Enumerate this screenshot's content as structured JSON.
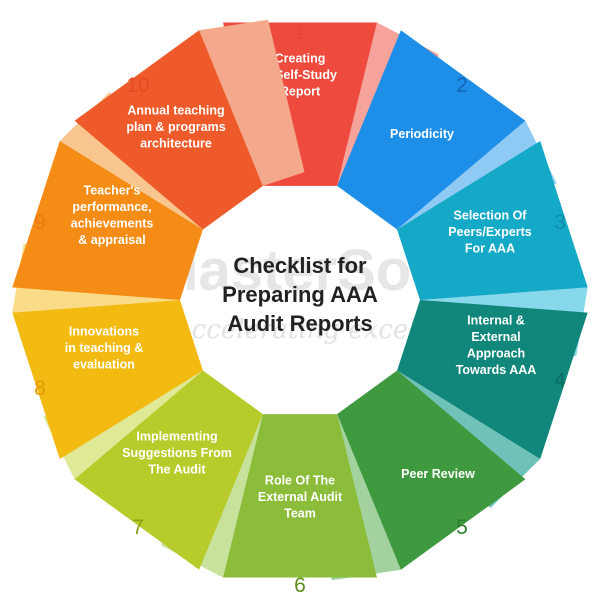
{
  "center": {
    "title_lines": [
      "Checklist for",
      "Preparing AAA",
      "Audit Reports"
    ]
  },
  "watermark": {
    "text": "MasterSoft",
    "sub": "Accelerating excellence"
  },
  "segments": [
    {
      "number": "1",
      "label_lines": [
        "Creating",
        "A Self-Study",
        "Report"
      ],
      "color": "#ee4a3e",
      "flap": "#f6a39c",
      "num_color": "#e8453a"
    },
    {
      "number": "2",
      "label_lines": [
        "Periodicity"
      ],
      "color": "#1d8fe8",
      "flap": "#8fcaf4",
      "num_color": "#1566b5"
    },
    {
      "number": "3",
      "label_lines": [
        "Selection Of",
        "Peers/Experts",
        "For AAA"
      ],
      "color": "#15a9c8",
      "flap": "#86d8ea",
      "num_color": "#0f8aa8"
    },
    {
      "number": "4",
      "label_lines": [
        "Internal &",
        "External",
        "Approach",
        "Towards AAA"
      ],
      "color": "#11867a",
      "flap": "#6fc2b8",
      "num_color": "#0b6d62"
    },
    {
      "number": "5",
      "label_lines": [
        "Peer Review"
      ],
      "color": "#3f9a3f",
      "flap": "#a2d29e",
      "num_color": "#2c7f2c"
    },
    {
      "number": "6",
      "label_lines": [
        "Role Of The",
        "External Audit",
        "Team"
      ],
      "color": "#8cbd3a",
      "flap": "#c8e29c",
      "num_color": "#5c8e1c"
    },
    {
      "number": "7",
      "label_lines": [
        "Implementing",
        "Suggestions From",
        "The Audit"
      ],
      "color": "#b7cc2b",
      "flap": "#dfe996",
      "num_color": "#8c9e12"
    },
    {
      "number": "8",
      "label_lines": [
        "Innovations",
        "in teaching &",
        "evaluation"
      ],
      "color": "#f3bb12",
      "flap": "#f9db88",
      "num_color": "#e39a05"
    },
    {
      "number": "9",
      "label_lines": [
        "Teacher's",
        "performance,",
        "achievements",
        "& appraisal"
      ],
      "color": "#f58c16",
      "flap": "#f9c690",
      "num_color": "#ee7a10"
    },
    {
      "number": "10",
      "label_lines": [
        "Annual teaching",
        "plan & programs",
        "architecture"
      ],
      "color": "#ef5a2a",
      "flap": "#f5a98c",
      "num_color": "#e44a22"
    }
  ]
}
